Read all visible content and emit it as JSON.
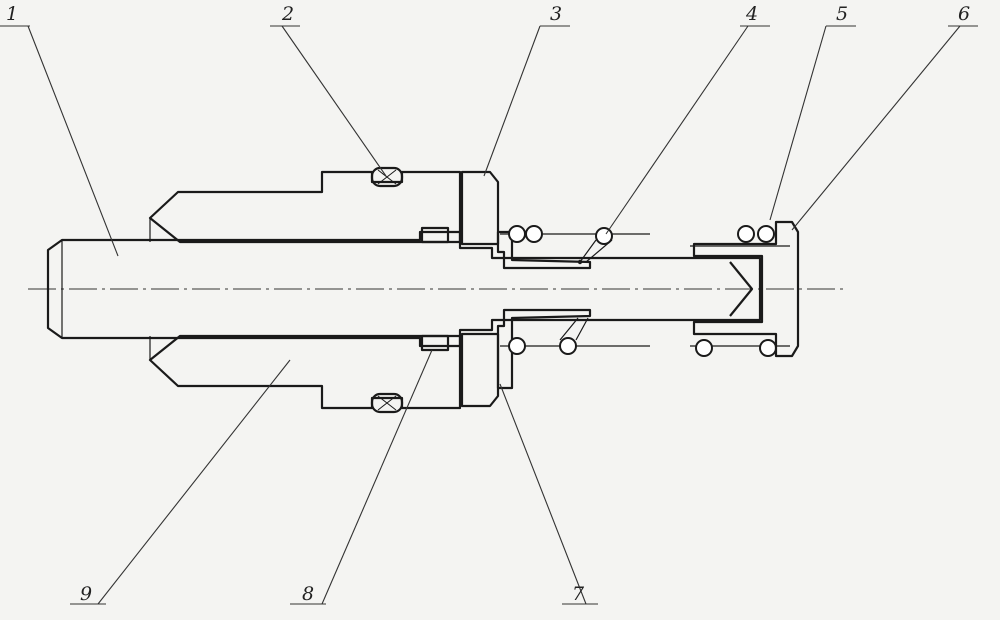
{
  "drawing": {
    "callouts": [
      {
        "id": "1",
        "label": "1"
      },
      {
        "id": "2",
        "label": "2"
      },
      {
        "id": "3",
        "label": "3"
      },
      {
        "id": "4",
        "label": "4"
      },
      {
        "id": "5",
        "label": "5"
      },
      {
        "id": "6",
        "label": "6"
      },
      {
        "id": "7",
        "label": "7"
      },
      {
        "id": "8",
        "label": "8"
      },
      {
        "id": "9",
        "label": "9"
      }
    ],
    "colors": {
      "line": "#1a1a1a",
      "paper": "#f4f4f2",
      "hatch": "#2a2a2a"
    }
  }
}
